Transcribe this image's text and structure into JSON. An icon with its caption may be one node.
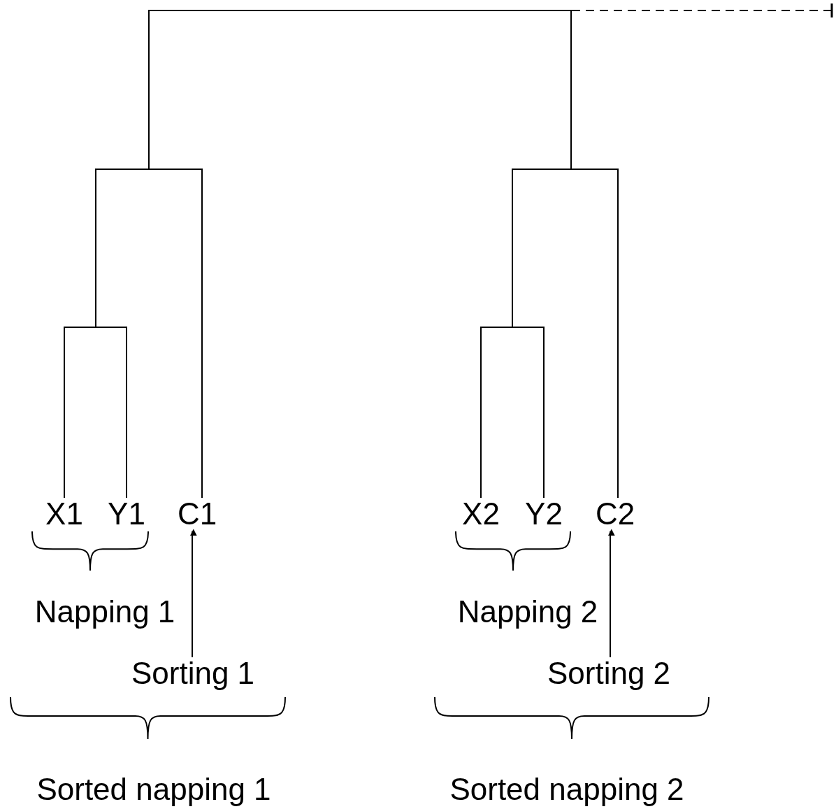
{
  "diagram": {
    "nodes": [
      {
        "text": [],
        "shape": "bar"
      },
      {
        "text": [],
        "shape": "bar"
      },
      {
        "text": [],
        "shape": "bar"
      },
      {
        "text": [],
        "shape": "bar"
      },
      {
        "text": [],
        "shape": "bar"
      },
      {
        "text": [
          "X1"
        ]
      },
      {
        "text": [
          "Y1"
        ]
      },
      {
        "text": [
          "C1"
        ]
      },
      {
        "text": [
          "X2"
        ]
      },
      {
        "text": [
          "Y2"
        ]
      },
      {
        "text": [
          "C2"
        ]
      },
      {
        "text": [
          "Sorting 1"
        ]
      },
      {
        "text": [
          "Sorting 2"
        ]
      }
    ],
    "edges": [
      {
        "from": 0,
        "to": 1,
        "arrow": "none"
      },
      {
        "from": 0,
        "to": 2,
        "arrow": "none"
      },
      {
        "from": 1,
        "to": 3,
        "arrow": "none"
      },
      {
        "from": 1,
        "to": 7,
        "arrow": "none"
      },
      {
        "from": 3,
        "to": 5,
        "arrow": "none"
      },
      {
        "from": 3,
        "to": 6,
        "arrow": "none"
      },
      {
        "from": 2,
        "to": 4,
        "arrow": "none"
      },
      {
        "from": 2,
        "to": 10,
        "arrow": "none"
      },
      {
        "from": 4,
        "to": 8,
        "arrow": "none"
      },
      {
        "from": 4,
        "to": 9,
        "arrow": "none"
      },
      {
        "from": 11,
        "to": 7,
        "arrow": "to"
      },
      {
        "from": 12,
        "to": 10,
        "arrow": "to"
      },
      {
        "from": 0,
        "to": null,
        "arrow": "other",
        "style": "dashed"
      }
    ],
    "labels": [
      "Napping 1",
      "Napping 2",
      "Sorted napping 1",
      "Sorted napping 2"
    ]
  }
}
